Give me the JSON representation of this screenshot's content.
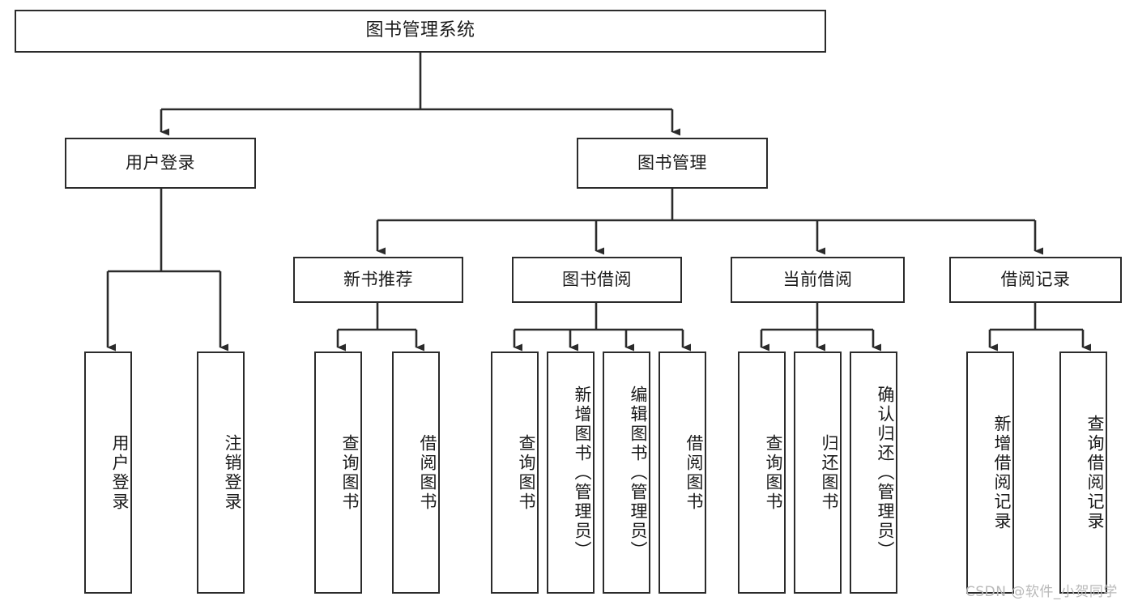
{
  "diagram": {
    "title": "图书管理系统",
    "type": "tree-hierarchy-diagram",
    "watermark": "CSDN @软件_小贺同学",
    "colors": {
      "stroke": "#2b2b2b",
      "fill": "#ffffff",
      "text": "#1a1a1a",
      "watermark": "#b9b9b9"
    },
    "root": {
      "label": "图书管理系统"
    },
    "level2": [
      {
        "id": "user-login",
        "label": "用户登录"
      },
      {
        "id": "book-management",
        "label": "图书管理"
      }
    ],
    "level3": [
      {
        "id": "new-book-recommend",
        "label": "新书推荐",
        "parent": "book-management"
      },
      {
        "id": "book-borrow",
        "label": "图书借阅",
        "parent": "book-management"
      },
      {
        "id": "current-borrow",
        "label": "当前借阅",
        "parent": "book-management"
      },
      {
        "id": "borrow-record",
        "label": "借阅记录",
        "parent": "book-management"
      }
    ],
    "leaves": [
      {
        "id": "leaf-user-login",
        "label": "用户登录",
        "parent": "user-login"
      },
      {
        "id": "leaf-logout-login",
        "label": "注销登录",
        "parent": "user-login"
      },
      {
        "id": "leaf-query-book-1",
        "label": "查询图书",
        "parent": "new-book-recommend"
      },
      {
        "id": "leaf-borrow-book-1",
        "label": "借阅图书",
        "parent": "new-book-recommend"
      },
      {
        "id": "leaf-query-book-2",
        "label": "查询图书",
        "parent": "book-borrow"
      },
      {
        "id": "leaf-add-book",
        "label": "新增图书（管理员）",
        "parent": "book-borrow"
      },
      {
        "id": "leaf-edit-book",
        "label": "编辑图书（管理员）",
        "parent": "book-borrow"
      },
      {
        "id": "leaf-borrow-book-2",
        "label": "借阅图书",
        "parent": "book-borrow"
      },
      {
        "id": "leaf-query-book-3",
        "label": "查询图书",
        "parent": "current-borrow"
      },
      {
        "id": "leaf-return-book",
        "label": "归还图书",
        "parent": "current-borrow"
      },
      {
        "id": "leaf-confirm-return",
        "label": "确认归还（管理员）",
        "parent": "current-borrow"
      },
      {
        "id": "leaf-add-record",
        "label": "新增借阅记录",
        "parent": "borrow-record"
      },
      {
        "id": "leaf-query-record",
        "label": "查询借阅记录",
        "parent": "borrow-record"
      }
    ]
  }
}
